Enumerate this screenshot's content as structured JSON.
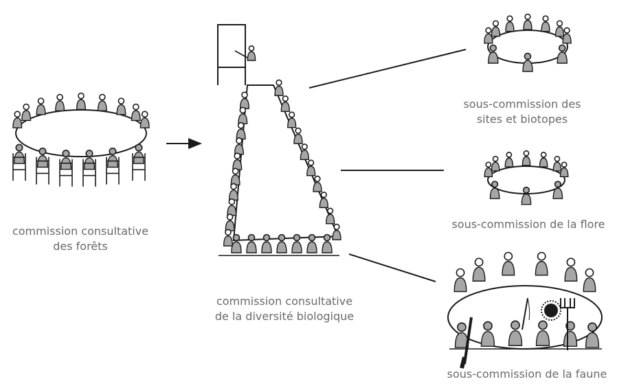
{
  "captions": {
    "forets": {
      "line1": "commission consultative",
      "line2": "des forêts"
    },
    "diversite": {
      "line1": "commission consultative",
      "line2": "de la diversité biologique"
    },
    "sites": {
      "line1": "sous-commission des",
      "line2": "sites et biotopes"
    },
    "flore": {
      "line1": "sous-commission de la flore"
    },
    "faune": {
      "line1": "sous-commission de la faune"
    }
  },
  "colors": {
    "ink": "#1a1a1a",
    "shade": "#a6a6a6",
    "caption": "#6a6a6a"
  },
  "icons": [
    "forest-commission-round-table-icon",
    "biodiversity-commission-trapezoid-table-icon",
    "sites-biotopes-table-icon",
    "flora-table-icon",
    "fauna-table-icon",
    "presentation-board-icon",
    "rifle-icon",
    "fishing-rod-icon",
    "pitchfork-icon",
    "hedgehog-icon"
  ]
}
